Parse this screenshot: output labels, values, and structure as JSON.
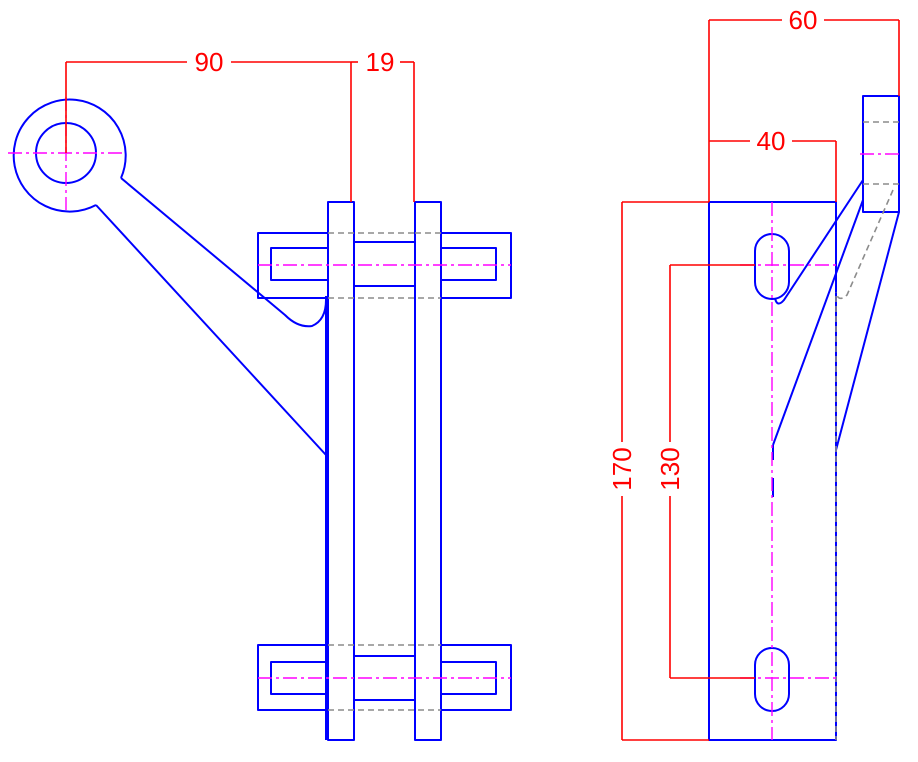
{
  "drawing": {
    "colors": {
      "object_line": "#0000ff",
      "hidden_line": "#8c8c8c",
      "center_line": "#ff00ff",
      "dimension": "#ff0000",
      "background": "#ffffff"
    },
    "dimensions": {
      "arm_offset": "90",
      "plate_gap": "19",
      "bracket_width": "60",
      "plate_width": "40",
      "overall_height": "170",
      "slot_spacing": "130"
    }
  }
}
